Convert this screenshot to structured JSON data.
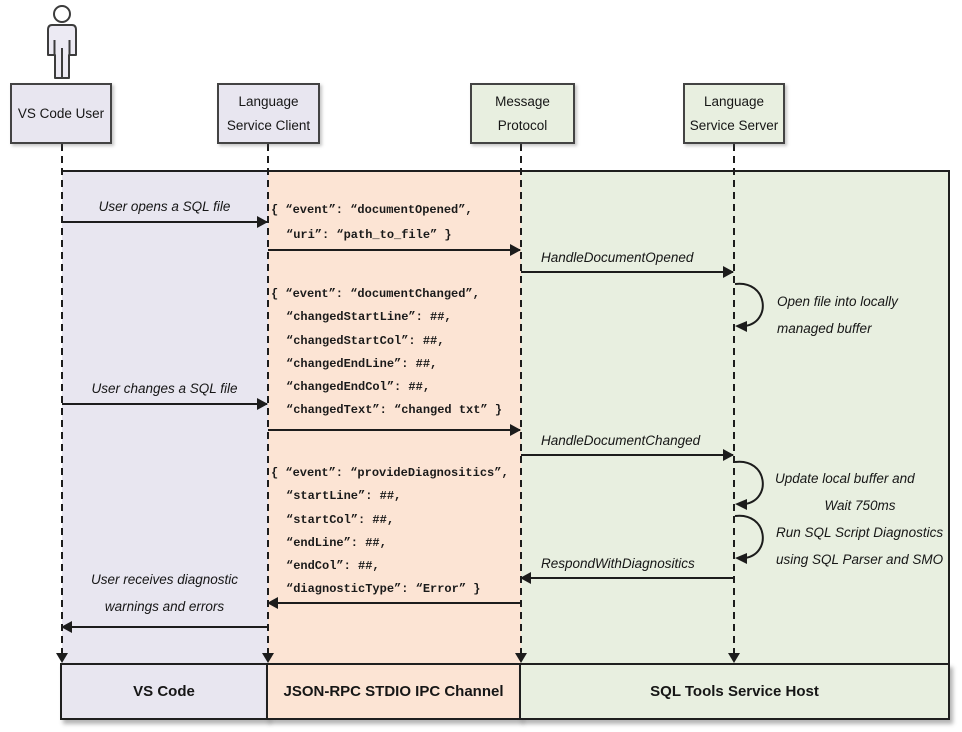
{
  "colors": {
    "lavender_band": "#e8e6f0",
    "peach_band": "#fce4d4",
    "green_band": "#e8efe0",
    "line": "#1c1c1c",
    "box_border": "#434343"
  },
  "participants": {
    "user": {
      "lines": [
        "VS Code User"
      ]
    },
    "client": {
      "lines": [
        "Language",
        "Service Client"
      ]
    },
    "protocol": {
      "lines": [
        "Message",
        "Protocol"
      ]
    },
    "server": {
      "lines": [
        "Language",
        "Service Server"
      ]
    }
  },
  "messages": {
    "user_opens": "User opens a SQL file",
    "user_changes": "User changes a SQL file",
    "user_receives_line1": "User receives diagnostic",
    "user_receives_line2": "warnings and errors",
    "handle_opened": "HandleDocumentOpened",
    "handle_changed": "HandleDocumentChanged",
    "respond_with_diagnostics": "RespondWithDiagnositics"
  },
  "notes": {
    "open_file_line1": "Open file into locally",
    "open_file_line2": "managed buffer",
    "update_buffer_line1": "Update local buffer and",
    "update_buffer_line2": "Wait 750ms",
    "run_diag_line1": "Run SQL Script Diagnostics",
    "run_diag_line2": "using SQL Parser and SMO"
  },
  "payloads": {
    "document_opened": [
      "{ “event”: “documentOpened”,",
      "“uri”: “path_to_file” }"
    ],
    "document_changed": [
      "{ “event”: “documentChanged”,",
      "“changedStartLine”: ##,",
      "“changedStartCol”: ##,",
      "“changedEndLine”: ##,",
      "“changedEndCol”: ##,",
      "“changedText”: “changed txt” }"
    ],
    "provide_diagnostics": [
      "{ “event”: “provideDiagnositics”,",
      "“startLine”: ##,",
      "“startCol”: ##,",
      "“endLine”: ##,",
      "“endCol”: ##,",
      "“diagnosticType”: “Error” }"
    ]
  },
  "footer": {
    "vscode": "VS Code",
    "channel": "JSON-RPC STDIO IPC Channel",
    "host": "SQL Tools Service Host"
  }
}
